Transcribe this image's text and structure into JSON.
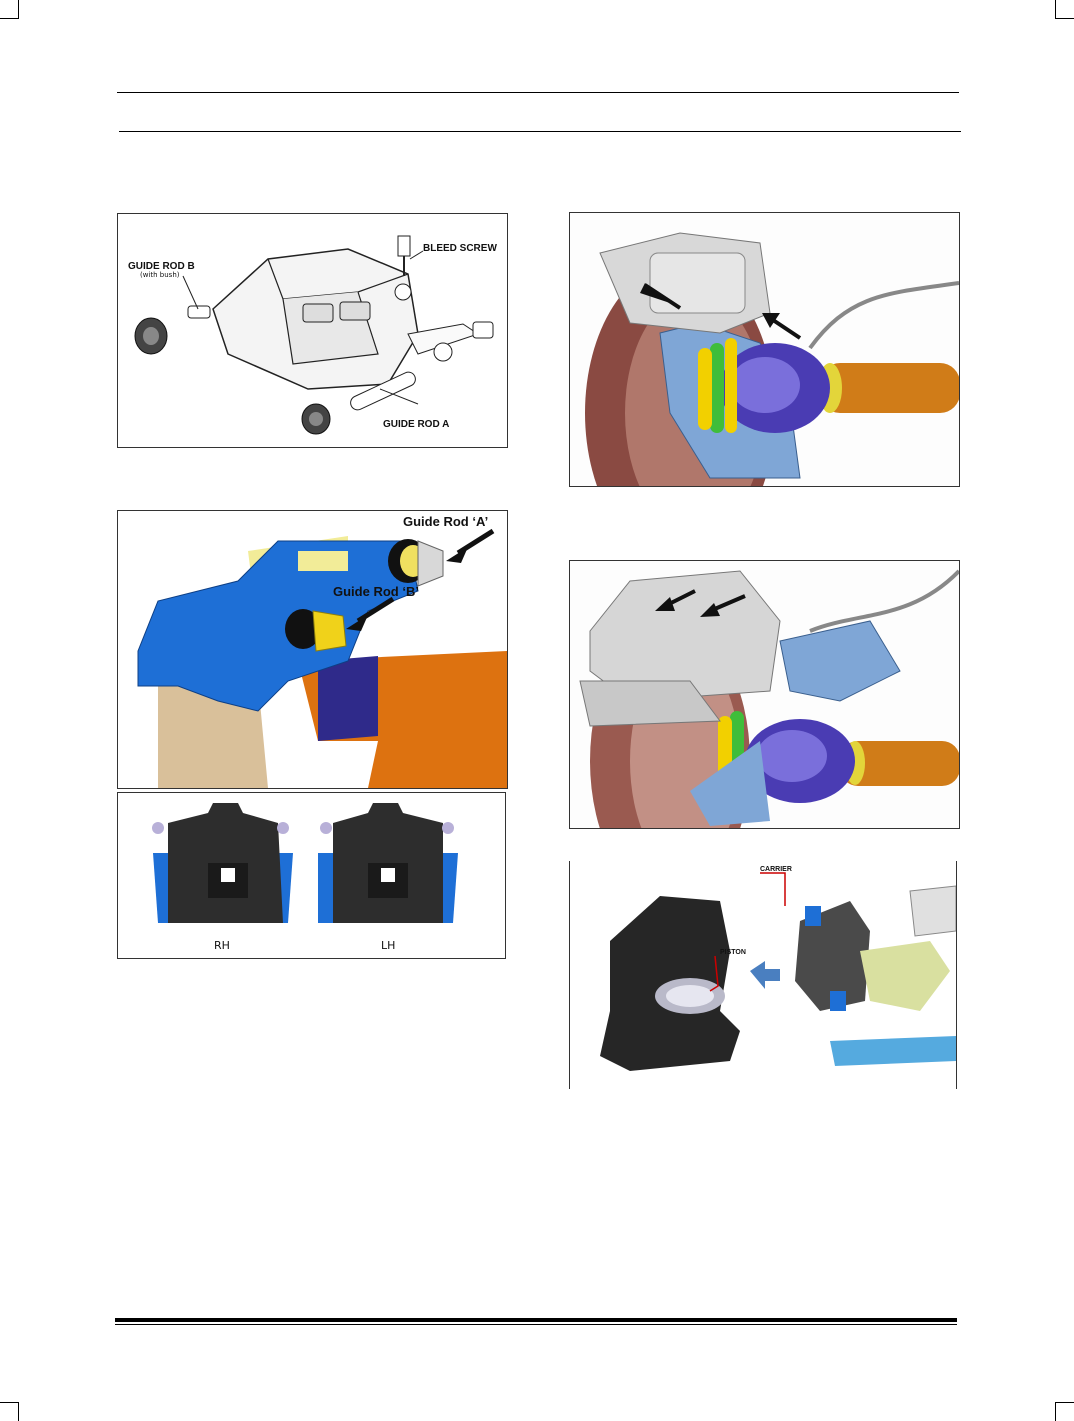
{
  "figures": {
    "fig1": {
      "guide_rod_b": "GUIDE ROD B",
      "with_bush": "(with bush)",
      "bleed_screw": "BLEED SCREW",
      "guide_rod_a": "GUIDE ROD A"
    },
    "fig3": {
      "guide_rod_a": "Guide Rod ‘A’",
      "guide_rod_b": "Guide Rod ‘B’"
    },
    "fig4": {
      "rh": "RH",
      "lh": "LH"
    },
    "fig6": {
      "carrier": "CARRIER",
      "piston": "PISTON"
    }
  },
  "colors": {
    "caliper_blue": "#1e6fd6",
    "pad_yellow": "#f2ec98",
    "disc_orange": "#dd7210",
    "boot_purple": "#4b3fb0",
    "shaft_orange": "#e0892a",
    "arrow_blue": "#4a7fc0"
  }
}
